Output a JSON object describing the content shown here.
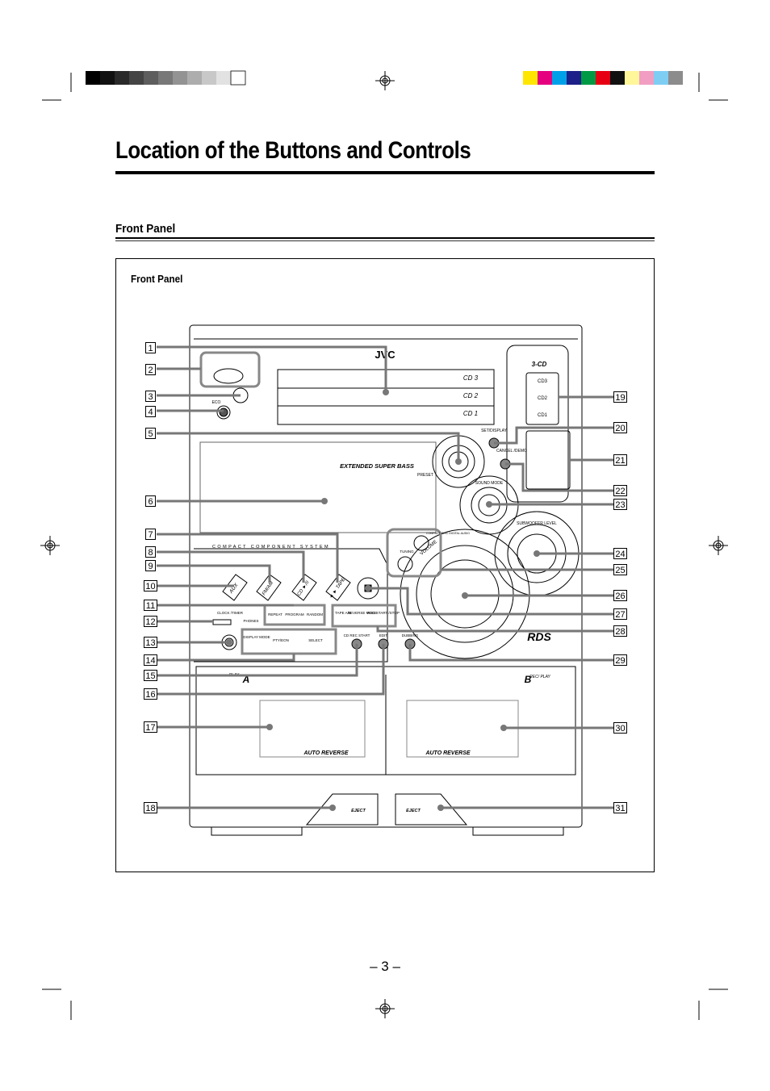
{
  "page": {
    "title": "Location of the Buttons and Controls",
    "section": "Front Panel",
    "figure_label": "Front Panel",
    "page_number": "– 3 –"
  },
  "device": {
    "brand": "JVC",
    "cd_trays": [
      "CD 3",
      "CD 2",
      "CD 1"
    ],
    "disc_buttons": [
      "CD3",
      "CD2",
      "CD1"
    ],
    "cd_changer_label": "3-CD",
    "extended_super_bass": "EXTENDED SUPER BASS",
    "preset": "PRESET",
    "set_display": "SET/DISPLAY",
    "cancel_demo": "CANCEL /DEMO",
    "sound_mode": "SOUND MODE",
    "subwoofer_level": "SUBWOOFER LEVEL",
    "volume": "VOLUME",
    "tuning": "TUNING",
    "compact_component_system": "COMPACT COMPONENT SYSTEM",
    "eco": "ECO",
    "source_buttons": [
      "AUX",
      "FM/AM",
      "CD ►/II",
      "◄ ► TAPE"
    ],
    "clock_timer": "CLOCK /TIMER",
    "phones": "PHONES",
    "cd_mode_buttons": [
      "REPEAT",
      "PROGRAM",
      "RANDOM"
    ],
    "tape_buttons": [
      "TAPE A/B",
      "REVERSE MODE",
      "REC START /STOP"
    ],
    "display_mode": "DISPLAY MODE",
    "pty_eon": "PTY/EON",
    "select": "SELECT",
    "cd_rec_start": "CD REC START",
    "edit": "EDIT",
    "dubbing": "DUBBING",
    "deck_a": "A",
    "play": "PLAY",
    "deck_b": "B",
    "rec_play": "REC/ PLAY",
    "auto_reverse": "AUTO REVERSE",
    "eject": "EJECT",
    "rds": "RDS",
    "compact_disc_logo": "COMPACT DISC DIGITAL AUDIO"
  },
  "callouts": {
    "left": [
      "1",
      "2",
      "3",
      "4",
      "5",
      "6",
      "7",
      "8",
      "9",
      "10",
      "11",
      "12",
      "13",
      "14",
      "15",
      "16",
      "17",
      "18"
    ],
    "right": [
      "19",
      "20",
      "21",
      "22",
      "23",
      "24",
      "25",
      "26",
      "27",
      "28",
      "29",
      "30",
      "31"
    ]
  }
}
